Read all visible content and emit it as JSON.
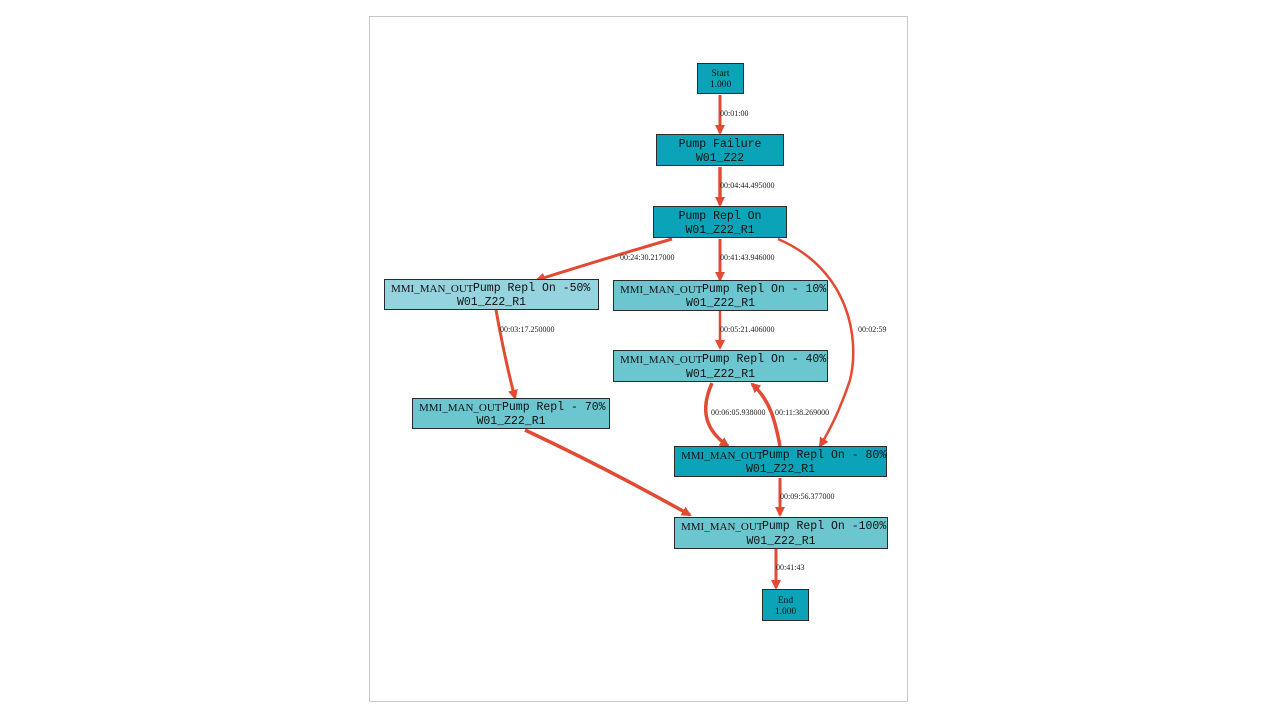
{
  "colors": {
    "edge": "#e24a33",
    "node_dark": "#0aa3b8",
    "node_mid": "#6bc6d0",
    "node_light": "#95d3de",
    "frame_border": "#c8c8c8"
  },
  "nodes": {
    "start": {
      "line1": "Start",
      "line2": "1.000"
    },
    "pump_failure": {
      "line1": "Pump Failure",
      "line2": "W01_Z22"
    },
    "pump_repl_on": {
      "line1": "Pump Repl On",
      "line2": "W01_Z22_R1"
    },
    "repl_50": {
      "prefix": "MMI_MAN_OUT",
      "line1": "Pump Repl On -50%",
      "line2": "W01_Z22_R1"
    },
    "repl_10": {
      "prefix": "MMI_MAN_OUT",
      "line1": "Pump Repl On - 10%",
      "line2": "W01_Z22_R1"
    },
    "repl_40": {
      "prefix": "MMI_MAN_OUT",
      "line1": "Pump Repl On - 40%",
      "line2": "W01_Z22_R1"
    },
    "repl_70": {
      "prefix": "MMI_MAN_OUT",
      "line1": "Pump Repl - 70%",
      "line2": "W01_Z22_R1"
    },
    "repl_80": {
      "prefix": "MMI_MAN_OUT",
      "line1": "Pump Repl On - 80%",
      "line2": "W01_Z22_R1"
    },
    "repl_100": {
      "prefix": "MMI_MAN_OUT",
      "line1": "Pump Repl On -100%",
      "line2": "W01_Z22_R1"
    },
    "end": {
      "line1": "End",
      "line2": "1.000"
    }
  },
  "edges": [
    {
      "id": "start_to_failure",
      "label": "00:01:00"
    },
    {
      "id": "failure_to_replon",
      "label": "00:04:44.495000"
    },
    {
      "id": "replon_to_50",
      "label": "00:24:30.217000"
    },
    {
      "id": "replon_to_10",
      "label": "00:41:43.946000"
    },
    {
      "id": "replon_to_80",
      "label": "00:02:59"
    },
    {
      "id": "r50_to_70",
      "label": "00:03:17.250000"
    },
    {
      "id": "r10_to_40",
      "label": "00:05:21.406000"
    },
    {
      "id": "r40_to_80",
      "label": "00:06:05.938000"
    },
    {
      "id": "r80_to_40",
      "label": "00:11:38.269000"
    },
    {
      "id": "r70_to_100",
      "label": ""
    },
    {
      "id": "r80_to_100",
      "label": "00:09:56.377000"
    },
    {
      "id": "r100_to_end",
      "label": "00:41:43"
    }
  ]
}
